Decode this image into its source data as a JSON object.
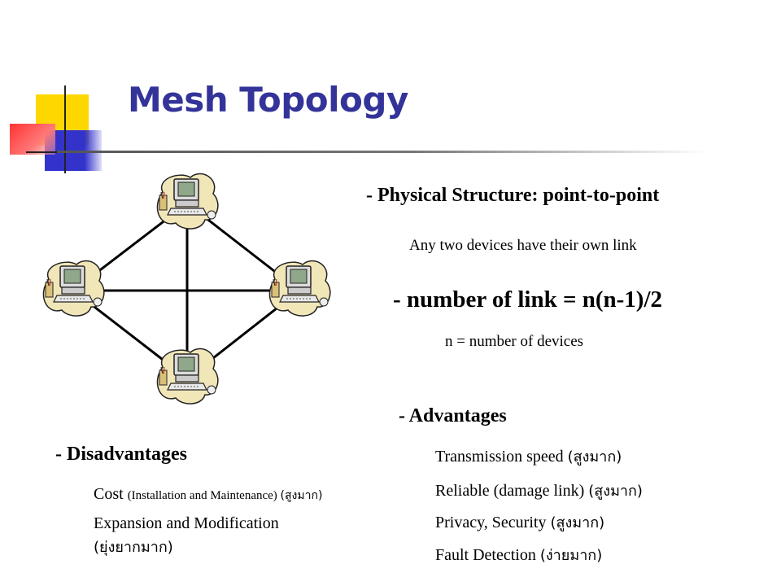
{
  "slide": {
    "title": "Mesh Topology",
    "colors": {
      "title": "#333399",
      "accent_yellow": "#FFD700",
      "accent_blue": "#3333CC",
      "accent_red": "#FF3333"
    },
    "diagram": {
      "nodes": [
        {
          "id": "top",
          "icon": "computer-icon"
        },
        {
          "id": "left",
          "icon": "computer-icon"
        },
        {
          "id": "right",
          "icon": "computer-icon"
        },
        {
          "id": "bottom",
          "icon": "computer-icon"
        }
      ],
      "links": [
        [
          "top",
          "left"
        ],
        [
          "top",
          "right"
        ],
        [
          "top",
          "bottom"
        ],
        [
          "left",
          "right"
        ],
        [
          "left",
          "bottom"
        ],
        [
          "right",
          "bottom"
        ]
      ]
    },
    "physical_structure": "- Physical Structure: point-to-point",
    "physical_desc": "Any two devices have their own link",
    "link_formula": "- number of link = n(n-1)/2",
    "link_desc": "n = number of devices",
    "advantages": {
      "heading": "- Advantages",
      "items": [
        {
          "text": "Transmission speed ",
          "note": "(สูงมาก)"
        },
        {
          "text": "Reliable (damage link) ",
          "note": "(สูงมาก)"
        },
        {
          "text": "Privacy, Security ",
          "note": "(สูงมาก)"
        },
        {
          "text": "Fault Detection ",
          "note": "(ง่ายมาก)"
        }
      ]
    },
    "disadvantages": {
      "heading": "- Disadvantages",
      "cost_main": "Cost ",
      "cost_detail": "(Installation and Maintenance) ",
      "cost_note": "(สูงมาก)",
      "expansion": "Expansion and Modification",
      "expansion_note": "(ยุ่งยากมาก)"
    }
  }
}
